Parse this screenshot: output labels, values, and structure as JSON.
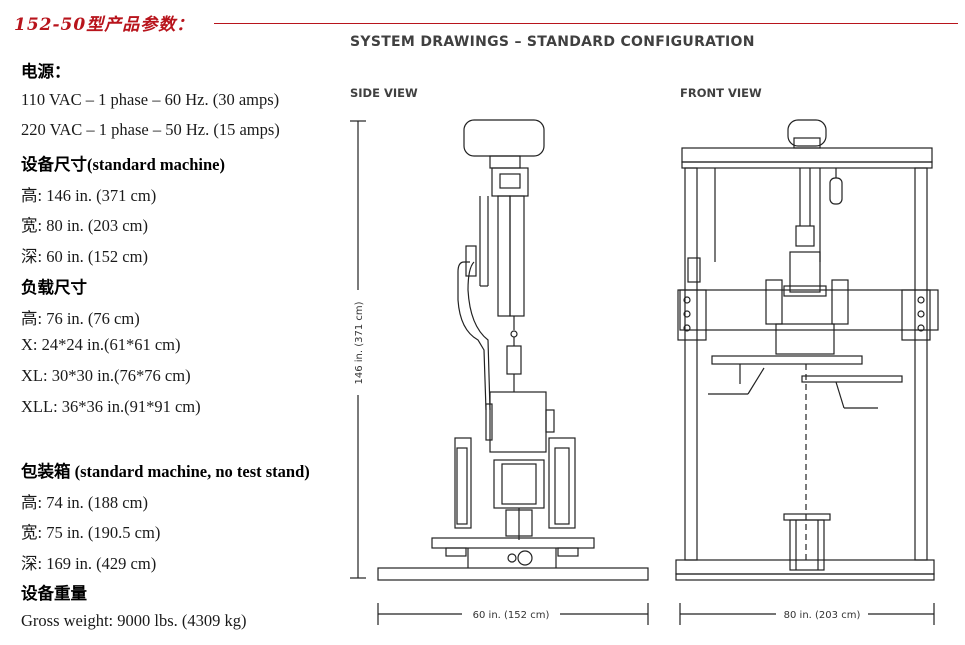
{
  "header": {
    "title": "152-50型产品参数："
  },
  "drawings": {
    "title": "SYSTEM DRAWINGS – STANDARD CONFIGURATION",
    "side_view": "SIDE VIEW",
    "front_view": "FRONT VIEW",
    "height_dim": "146 in. (371 cm)",
    "side_width_dim": "60 in. (152 cm)",
    "front_width_dim": "80 in. (203 cm)"
  },
  "specs": [
    {
      "text": "电源：",
      "head": true
    },
    {
      "text": "110 VAC – 1 phase – 60 Hz. (30 amps)",
      "head": false
    },
    {
      "text": "220 VAC – 1 phase – 50 Hz. (15 amps)",
      "head": false
    },
    {
      "text": "设备尺寸(standard machine)",
      "head": true
    },
    {
      "text": "高: 146 in. (371 cm)",
      "head": false
    },
    {
      "text": "宽: 80 in. (203 cm)",
      "head": false
    },
    {
      "text": "深: 60 in. (152 cm)",
      "head": false
    },
    {
      "text": "负载尺寸",
      "head": true
    },
    {
      "text": "高: 76 in. (76 cm)",
      "head": false
    },
    {
      "text": "X: 24*24 in.(61*61 cm)",
      "head": false
    },
    {
      "text": "XL: 30*30 in.(76*76 cm)",
      "head": false
    },
    {
      "text": "XLL: 36*36 in.(91*91 cm)",
      "head": false
    },
    {
      "text": "包装箱 (standard machine, no test stand)",
      "head": true
    },
    {
      "text": "高: 74 in. (188 cm)",
      "head": false
    },
    {
      "text": "宽: 75 in. (190.5 cm)",
      "head": false
    },
    {
      "text": "深: 169 in. (429 cm)",
      "head": false
    },
    {
      "text": "设备重量",
      "head": true
    },
    {
      "text": "Gross weight: 9000 lbs. (4309 kg)",
      "head": false
    }
  ]
}
